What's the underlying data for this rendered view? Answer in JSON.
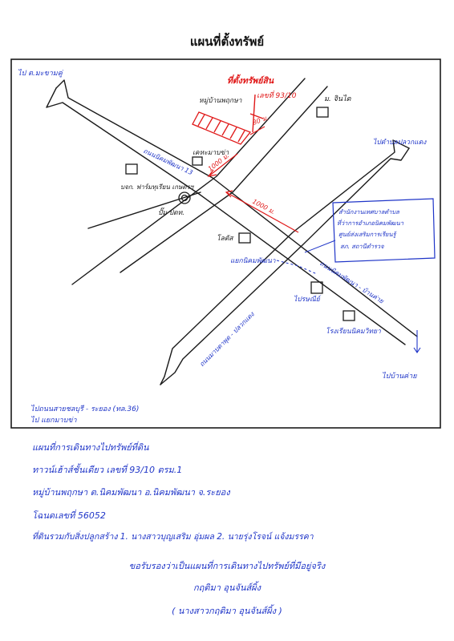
{
  "title": "แผนที่ตั้งทรัพย์",
  "map": {
    "labels": {
      "to_nw": "ไป ต.มะขามคู่",
      "to_ne": "ไปตำบลปลวกแดง",
      "to_s": "ไปบ้านค่าย",
      "to_sw_1": "ไปถนนสายชลบุรี - ระยอง (ทล.36)",
      "to_sw_2": "ไป แยกมาบข่า",
      "property_1": "ที่ตั้งทรัพย์สิน",
      "property_2": "เลขที่ 93/10",
      "village": "หมู่บ้านพฤกษา",
      "dist_80": "80 ม.",
      "dist_1000": "1000 ม.",
      "dist_1000_b": "1000 ม.",
      "amphoe_road": "ถนนนิคมพัฒนา 13",
      "ketsarin": "เคหะมาบข่า",
      "bank": "บจก. ฟาร์มทุเรียน เกษตรฯ",
      "ptt": "ปั๊ม ปตท.",
      "temple": "ม. จินได",
      "tesco": "โลตัส",
      "nikom_junction": "แยกนิคมพัฒนา",
      "nikom_road": "ถนนนิคมพัฒนา - บ้านค่าย",
      "ploenchit": "ไปรษณีย์",
      "school": "โรงเรียนนิคมวิทยา",
      "sw_road": "ถนนมาบตาพุด - ปลวกแดง",
      "gov_1": "สำนักงานเทศบาลตำบล",
      "gov_2": "ที่ว่าการอำเภอนิคมพัฒนา",
      "gov_3": "ศูนย์ส่งเสริมการเรียนรู้",
      "gov_4": "สภ. สถานีตำรวจ"
    },
    "colors": {
      "road": "#1a1a1a",
      "label_blue": "#1f35c8",
      "property_red": "#e01818"
    }
  },
  "notes": {
    "line1": "แผนที่การเดินทางไปทรัพย์ที่ดิน",
    "line2": "ทาวน์เฮ้าส์ชั้นเดียว เลขที่ 93/10 ตรม.1",
    "line3": "หมู่บ้านพฤกษา ต.นิคมพัฒนา อ.นิคมพัฒนา จ.ระยอง",
    "line4": "โฉนดเลขที่ 56052",
    "line5": "ที่ดินรวมกับสิ่งปลูกสร้าง 1. นางสาวบุญเสริม อุ่มผล 2. นายรุ่งโรจน์ แจ้งมรรคา",
    "line6": "ขอรับรองว่าเป็นแผนที่การเดินทางไปทรัพย์ที่มีอยู่จริง",
    "line7": "กฤติมา อุนจันส์ผิ้ง",
    "line8": "( นางสาวกฤติมา อุนจันส์ผิ้ง )"
  }
}
